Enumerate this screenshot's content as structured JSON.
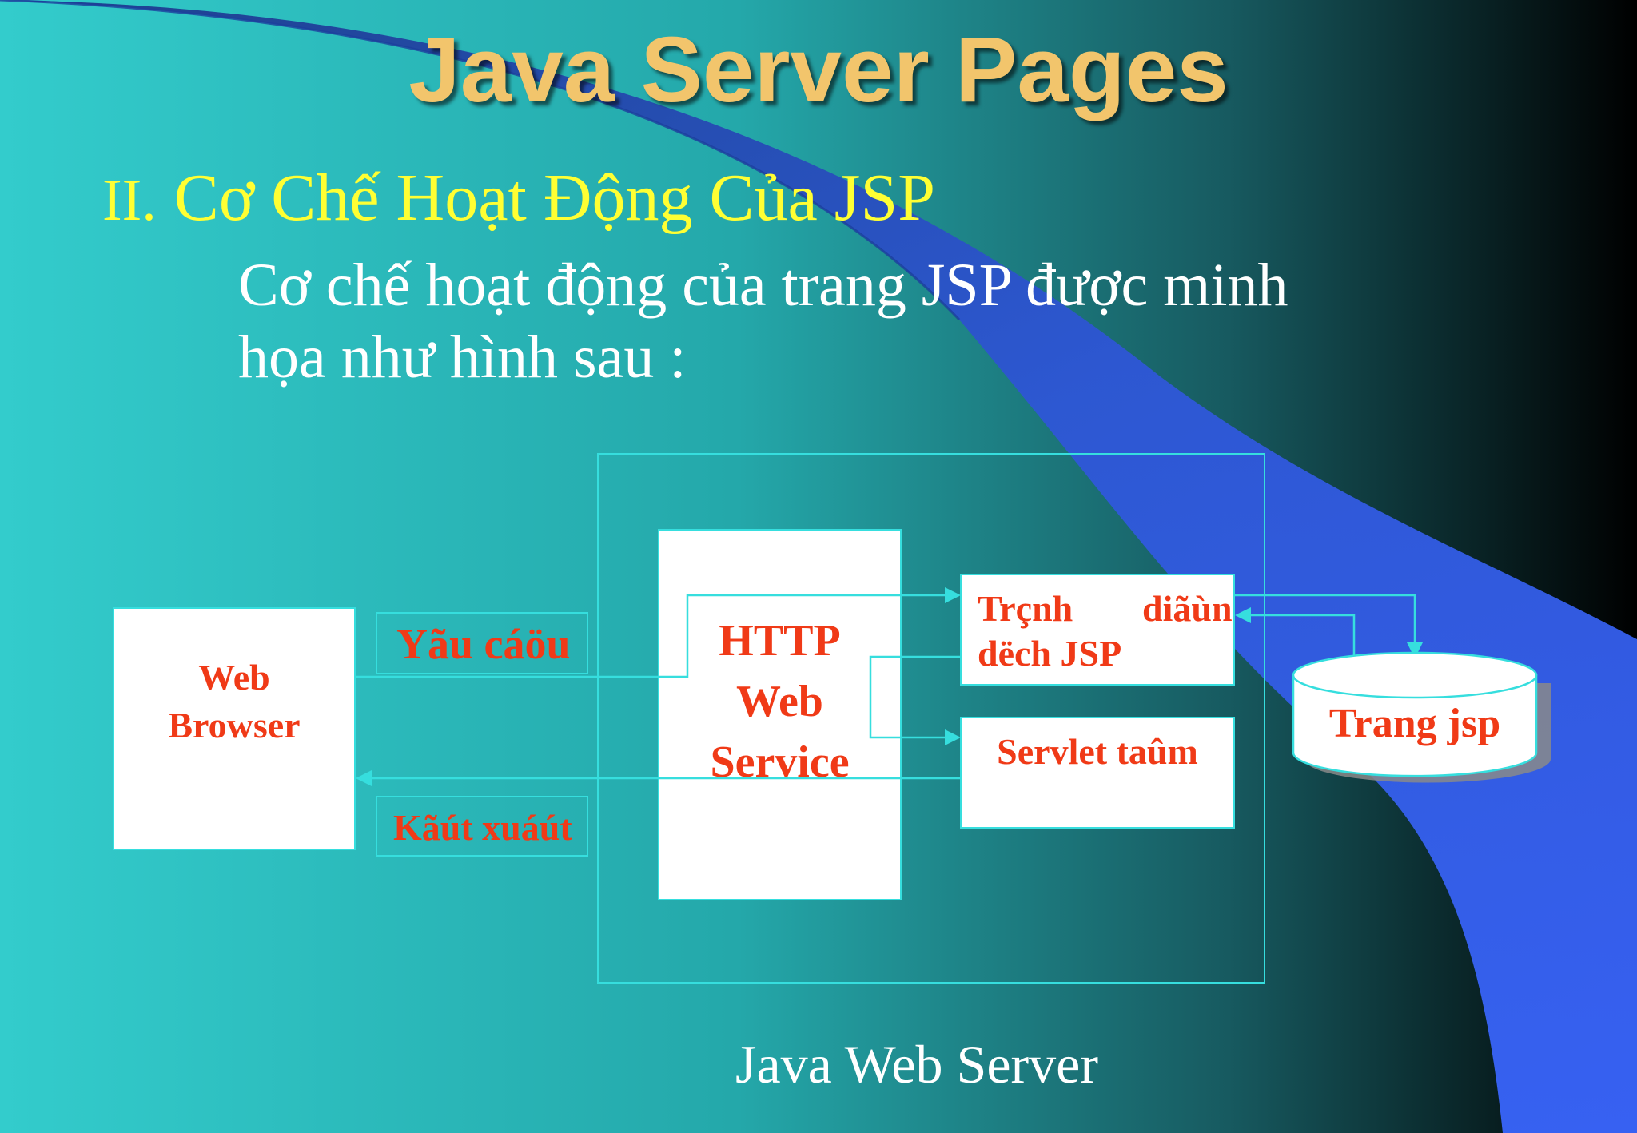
{
  "slide": {
    "title": "Java Server Pages",
    "section_number": "II.",
    "section_title": "Cơ Chế Hoạt Động Của JSP",
    "body_line_1": "Cơ chế hoạt động của trang JSP được minh",
    "body_line_2": "họa như hình sau :"
  },
  "diagram": {
    "web_browser_line_1": "Web",
    "web_browser_line_2": "Browser",
    "request_label": "Yãu cáöu",
    "response_label": "Kãút xuáút",
    "http_line_1": "HTTP",
    "http_line_2": "Web",
    "http_line_3": "Service",
    "compiler_line_1_a": "Trçnh",
    "compiler_line_1_b": "diãùn",
    "compiler_line_2": "dëch JSP",
    "servlet_label": "Servlet taûm",
    "storage_label": "Trang jsp",
    "server_label": "Java Web Server"
  },
  "colors": {
    "title": "#f2c56c",
    "section_title": "#ffff33",
    "diagram_text": "#f03a17",
    "connector": "#36dede",
    "box_fill": "#ffffff"
  }
}
